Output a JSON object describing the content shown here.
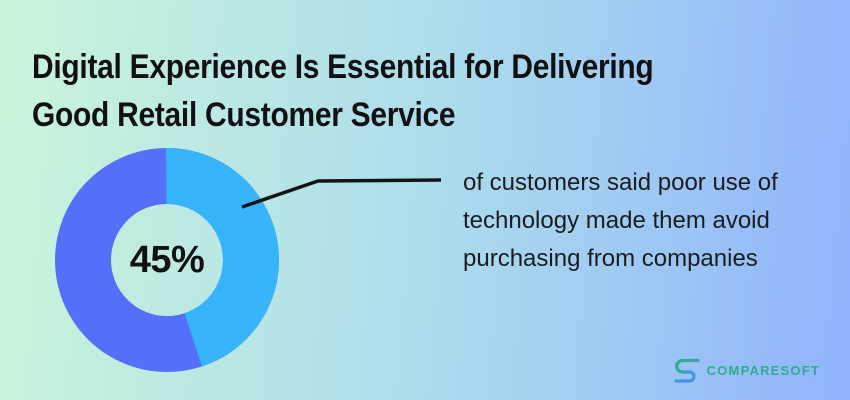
{
  "title": {
    "text": "Digital Experience Is Essential for Delivering Good Retail Customer Service",
    "lines": [
      "Digital Experience Is Essential for Delivering",
      "Good Retail Customer Service"
    ]
  },
  "callout": {
    "text": "of customers said poor use of technology made them avoid purchasing from companies"
  },
  "footer": {
    "brand": "COMPARESOFT"
  },
  "colors": {
    "background_gradient_start": "#cbf5da",
    "background_gradient_mid": "#abdcec",
    "background_gradient_end": "#8fb3fc",
    "slice_highlight": "#38b4fd",
    "slice_remainder": "#5470fb",
    "title_text": "#111113",
    "body_text": "#1c1c1e",
    "pointer_line": "#141414",
    "brand_teal": "#2fae8e",
    "brand_blue": "#4a90f0"
  },
  "chart_data": {
    "type": "pie",
    "subtype": "donut",
    "title": "Digital Experience Is Essential for Delivering Good Retail Customer Service",
    "center_label": "45%",
    "start_angle_deg": 0,
    "direction": "clockwise",
    "legend": false,
    "slices": [
      {
        "label": "of customers said poor use of technology made them avoid purchasing from companies",
        "value": 45,
        "color": "#38b4fd"
      },
      {
        "label": "",
        "value": 55,
        "color": "#5470fb"
      }
    ]
  }
}
